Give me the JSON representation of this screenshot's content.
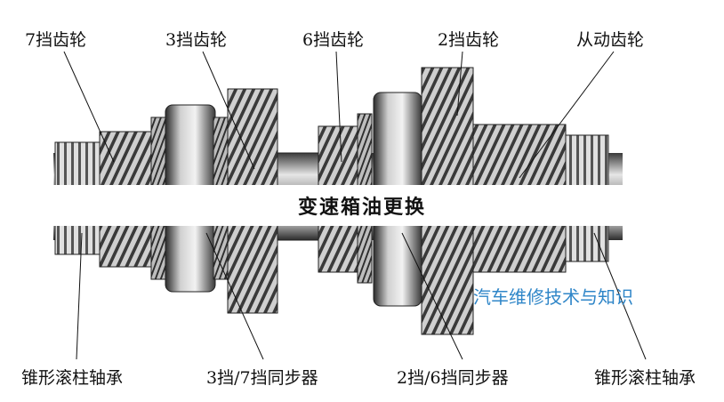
{
  "labels": {
    "top": {
      "gear7": "7挡齿轮",
      "gear3": "3挡齿轮",
      "gear6": "6挡齿轮",
      "gear2": "2挡齿轮",
      "driven_gear": "从动齿轮"
    },
    "bottom": {
      "bearing_left": "锥形滚柱轴承",
      "sync_37": "3挡/7挡同步器",
      "sync_26": "2挡/6挡同步器",
      "bearing_right": "锥形滚柱轴承"
    }
  },
  "banner": {
    "text": "变速箱油更换"
  },
  "watermark": {
    "text": "汽车维修技术与知识"
  },
  "colors": {
    "metal_dark": "#2a2a2a",
    "metal_mid": "#7a7a7a",
    "metal_light": "#d8d8d8",
    "leader_line": "#111111",
    "watermark": "#2f86c8"
  }
}
